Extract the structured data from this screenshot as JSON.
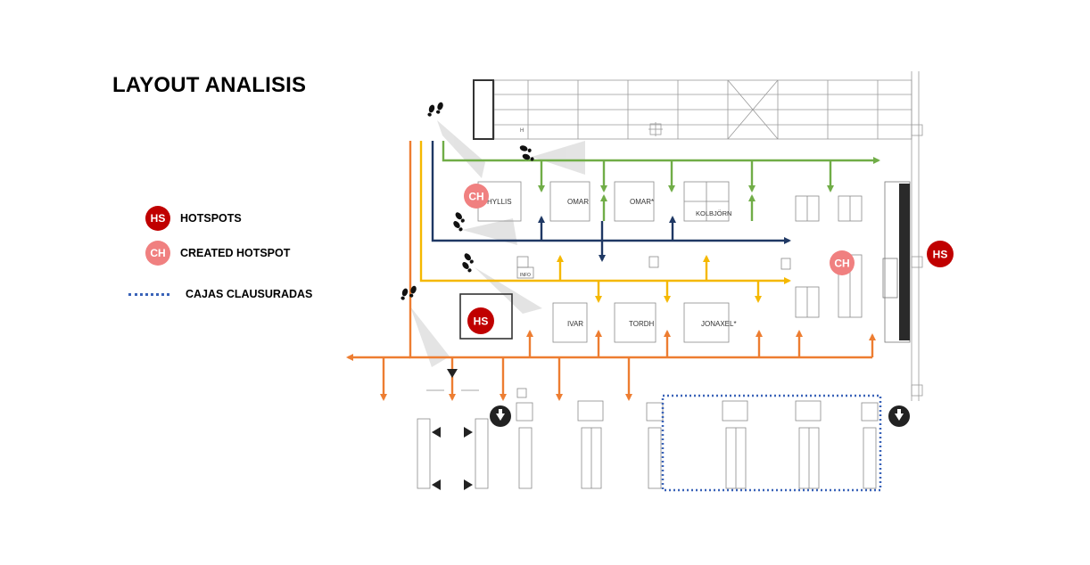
{
  "title": "LAYOUT ANALISIS",
  "legend": {
    "hotspots": {
      "badge": "HS",
      "label": "HOTSPOTS"
    },
    "created": {
      "badge": "CH",
      "label": "CREATED HOTSPOT"
    },
    "closed": {
      "label": "CAJAS CLAUSURADAS"
    }
  },
  "areas": {
    "hyllis": "HYLLIS",
    "omar": "OMAR",
    "omar2": "OMAR*",
    "kolbjorn": "KOLBJÖRN",
    "ivar": "IVAR",
    "tordh": "TORDH",
    "jonaxel": "JONAXEL*",
    "info": "INFO"
  },
  "markers": {
    "hs": "HS",
    "ch": "CH",
    "h": "H"
  },
  "colors": {
    "hotspot": "#c00000",
    "created_hotspot": "#f08080",
    "green_flow": "#70ad47",
    "navy_flow": "#1f3864",
    "yellow_flow": "#f5b800",
    "orange_flow": "#ed7d31",
    "closed_boxes": "#3a63b8"
  },
  "icons": [
    "footprints-icon",
    "down-arrow-circle-icon",
    "flow-arrow"
  ]
}
